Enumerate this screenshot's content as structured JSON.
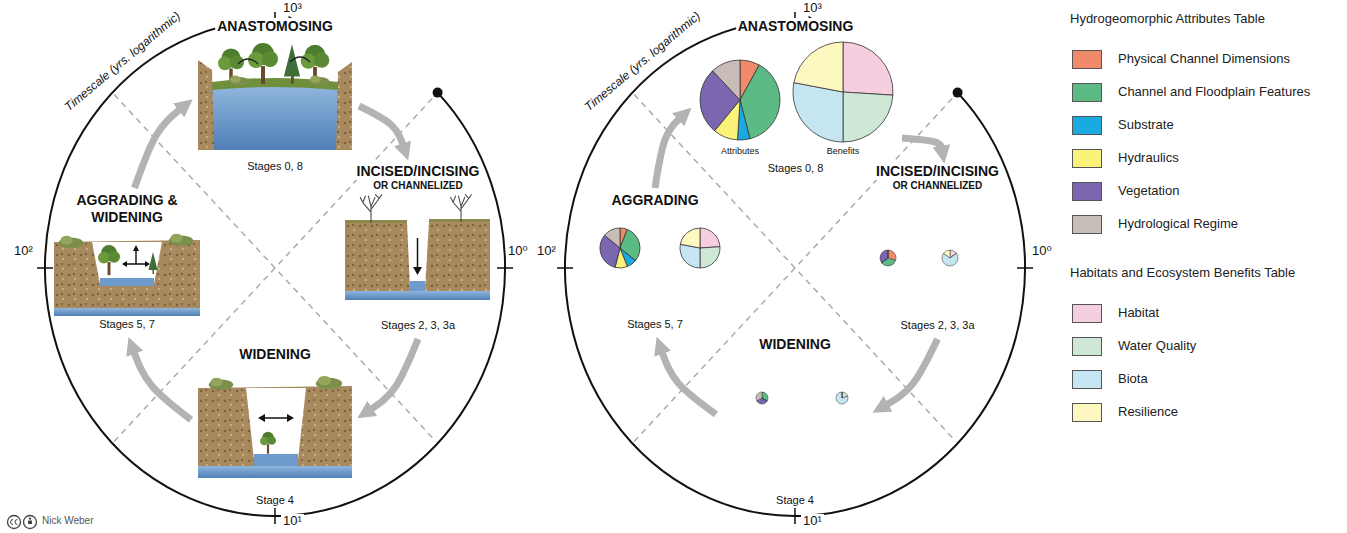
{
  "diagram": {
    "nodes": [
      {
        "text": [
          "ANASTOMOSING",
          "Stages 0, 8"
        ]
      },
      {
        "text": [
          "INCISED/INCISING",
          "OR CHANNELIZED",
          "Stages 2, 3, 3a"
        ]
      },
      {
        "text": [
          "WIDENING",
          "Stage 4"
        ]
      },
      {
        "text": [
          "AGGRADING & WIDENING",
          "Stages 5, 7"
        ]
      },
      {
        "text": [
          "ANASTOMOSING",
          "Stages 0, 8"
        ]
      },
      {
        "text": [
          "INCISED/INCISING",
          "OR CHANNELIZED",
          "Stages 2, 3, 3a"
        ]
      },
      {
        "text": [
          "WIDENING",
          "Stage 4"
        ]
      },
      {
        "text": [
          "AGGRADING",
          "Stages 5, 7"
        ]
      }
    ],
    "edges": [
      {
        "from": 0,
        "to": 1,
        "arrow": "to"
      },
      {
        "from": 1,
        "to": 2,
        "arrow": "to"
      },
      {
        "from": 2,
        "to": 3,
        "arrow": "to"
      },
      {
        "from": 3,
        "to": 0,
        "arrow": "to"
      },
      {
        "from": 4,
        "to": 5,
        "arrow": "to"
      },
      {
        "from": 5,
        "to": 6,
        "arrow": "to"
      },
      {
        "from": 6,
        "to": 7,
        "arrow": "to"
      },
      {
        "from": 7,
        "to": 4,
        "arrow": "to"
      }
    ],
    "labels": [
      "Timescale (yrs. logarithmic)",
      "10³",
      "10⁰",
      "10¹",
      "10²",
      "Timescale (yrs. logarithmic)",
      "Attributes",
      "Benefits",
      "10³",
      "10⁰",
      "10¹",
      "10²",
      "Hydrogeomorphic Attributes Table",
      "Habitats and Ecosystem Benefits Table",
      "Nick Weber"
    ],
    "legend": [
      {
        "text": "Physical Channel Dimensions",
        "color": "#f08a6b"
      },
      {
        "text": "Channel and Floodplain Features",
        "color": "#5cba84"
      },
      {
        "text": "Substrate",
        "color": "#1aa9e0"
      },
      {
        "text": "Hydraulics",
        "color": "#fbf27a"
      },
      {
        "text": "Vegetation",
        "color": "#7a67b0"
      },
      {
        "text": "Hydrological Regime",
        "color": "#c9bdb8"
      },
      {
        "text": "Habitat",
        "color": "#f7cde0"
      },
      {
        "text": "Water Quality",
        "color": "#cfe8d6"
      },
      {
        "text": "Biota",
        "color": "#c5e5f3"
      },
      {
        "text": "Resilience",
        "color": "#fdf7c0"
      }
    ]
  }
}
